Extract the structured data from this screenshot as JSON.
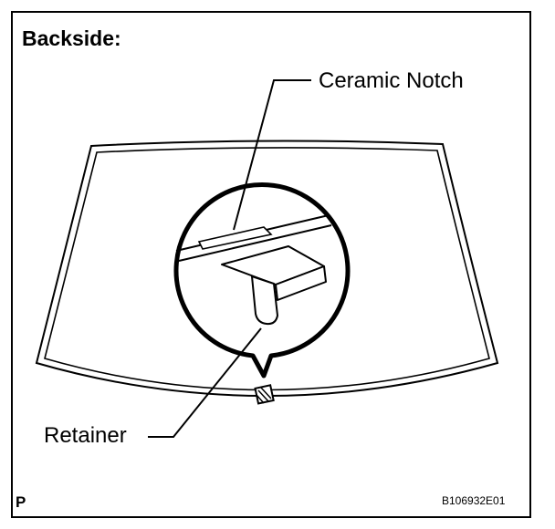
{
  "figure": {
    "title": "Backside:",
    "labels": {
      "ceramic_notch": "Ceramic Notch",
      "retainer": "Retainer"
    },
    "corner_mark": "P",
    "figure_code": "B106932E01"
  },
  "colors": {
    "line": "#000000",
    "background": "#ffffff"
  }
}
